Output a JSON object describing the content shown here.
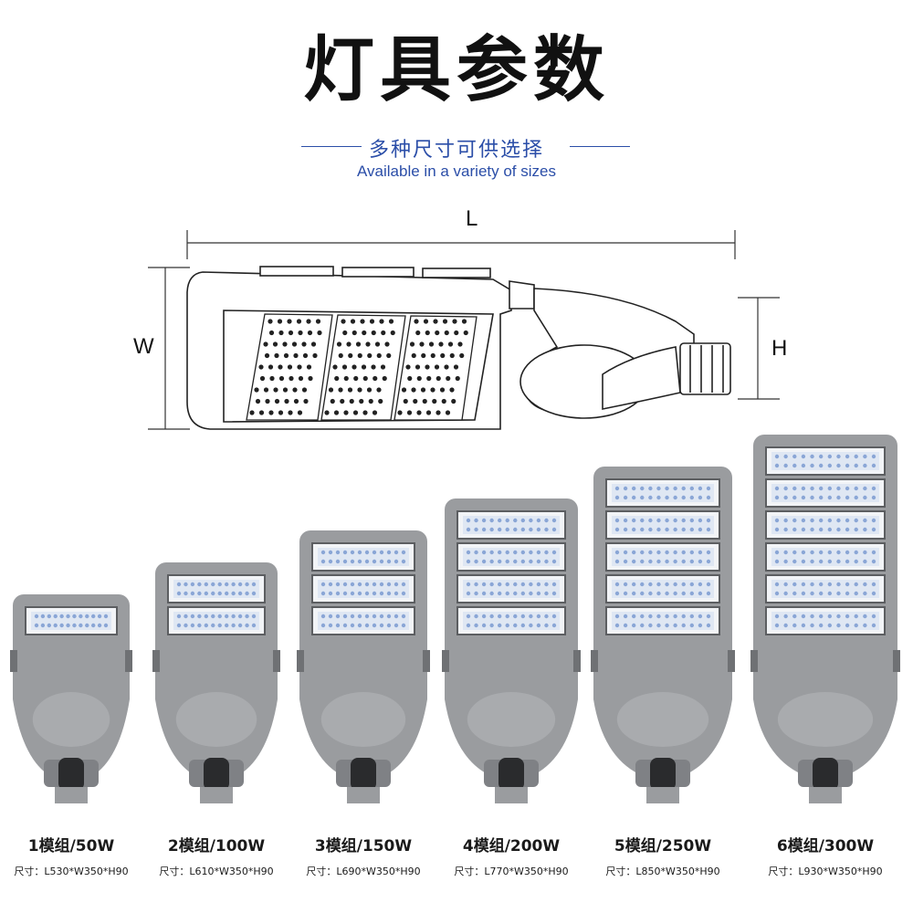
{
  "header": {
    "title": "灯具参数",
    "subtitle_cn": "多种尺寸可供选择",
    "subtitle_en": "Available in a variety of sizes"
  },
  "dimensions": {
    "length_label": "L",
    "width_label": "W",
    "height_label": "H"
  },
  "colors": {
    "accent": "#2b4ea8",
    "housing": "#9a9c9f",
    "housing_dark": "#6f7174",
    "led_panel": "#dfe7f3",
    "led_dot": "#8aa6d6"
  },
  "products": [
    {
      "modules": 1,
      "label": "1模组/50W",
      "spec": "尺寸：L530*W350*H90"
    },
    {
      "modules": 2,
      "label": "2模组/100W",
      "spec": "尺寸：L610*W350*H90"
    },
    {
      "modules": 3,
      "label": "3模组/150W",
      "spec": "尺寸：L690*W350*H90"
    },
    {
      "modules": 4,
      "label": "4模组/200W",
      "spec": "尺寸：L770*W350*H90"
    },
    {
      "modules": 5,
      "label": "5模组/250W",
      "spec": "尺寸：L850*W350*H90"
    },
    {
      "modules": 6,
      "label": "6模组/300W",
      "spec": "尺寸：L930*W350*H90"
    }
  ]
}
